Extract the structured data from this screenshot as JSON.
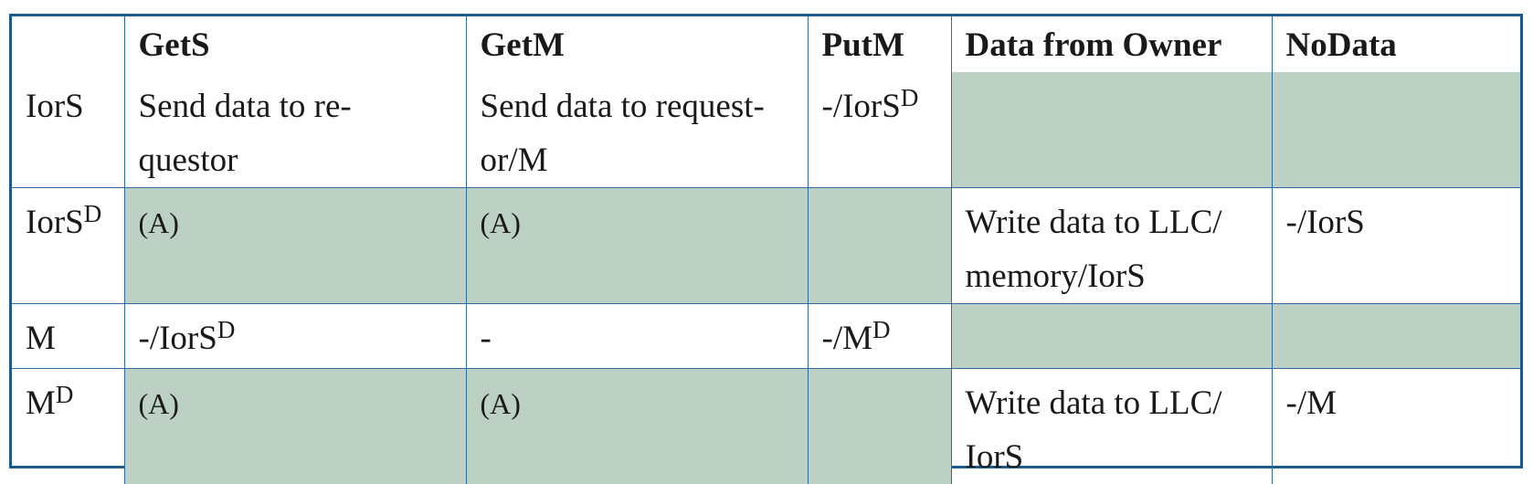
{
  "columns": [
    "GetS",
    "GetM",
    "PutM",
    "Data from Owner",
    "NoData"
  ],
  "colors": {
    "border": "#1c5a8e",
    "shaded": "#bdd0c4"
  },
  "rows": [
    {
      "state": "IorS",
      "state_sup": "",
      "cells": [
        {
          "text": "Send data to re-",
          "text2": "questor",
          "sup": "",
          "shaded": false
        },
        {
          "text": "Send data to request-",
          "text2": "or/M",
          "sup": "",
          "shaded": false
        },
        {
          "text": "-/IorS",
          "text2": "",
          "sup": "D",
          "shaded": false
        },
        {
          "text": "",
          "text2": "",
          "sup": "",
          "shaded": true
        },
        {
          "text": "",
          "text2": "",
          "sup": "",
          "shaded": true
        }
      ]
    },
    {
      "state": "IorS",
      "state_sup": "D",
      "cells": [
        {
          "text": "(A)",
          "text2": "",
          "sup": "",
          "shaded": true
        },
        {
          "text": "(A)",
          "text2": "",
          "sup": "",
          "shaded": true
        },
        {
          "text": "",
          "text2": "",
          "sup": "",
          "shaded": true
        },
        {
          "text": "Write data to LLC/",
          "text2": "memory/IorS",
          "sup": "",
          "shaded": false
        },
        {
          "text": "-/IorS",
          "text2": "",
          "sup": "",
          "shaded": false
        }
      ]
    },
    {
      "state": "M",
      "state_sup": "",
      "cells": [
        {
          "text": "-/IorS",
          "text2": "",
          "sup": "D",
          "shaded": false
        },
        {
          "text": "-",
          "text2": "",
          "sup": "",
          "shaded": false
        },
        {
          "text": "-/M",
          "text2": "",
          "sup": "D",
          "shaded": false
        },
        {
          "text": "",
          "text2": "",
          "sup": "",
          "shaded": true
        },
        {
          "text": "",
          "text2": "",
          "sup": "",
          "shaded": true
        }
      ]
    },
    {
      "state": "M",
      "state_sup": "D",
      "cells": [
        {
          "text": "(A)",
          "text2": "",
          "sup": "",
          "shaded": true
        },
        {
          "text": "(A)",
          "text2": "",
          "sup": "",
          "shaded": true
        },
        {
          "text": "",
          "text2": "",
          "sup": "",
          "shaded": true
        },
        {
          "text": "Write data to LLC/",
          "text2": "IorS",
          "sup": "",
          "shaded": false
        },
        {
          "text": "-/M",
          "text2": "",
          "sup": "",
          "shaded": false
        }
      ]
    }
  ]
}
